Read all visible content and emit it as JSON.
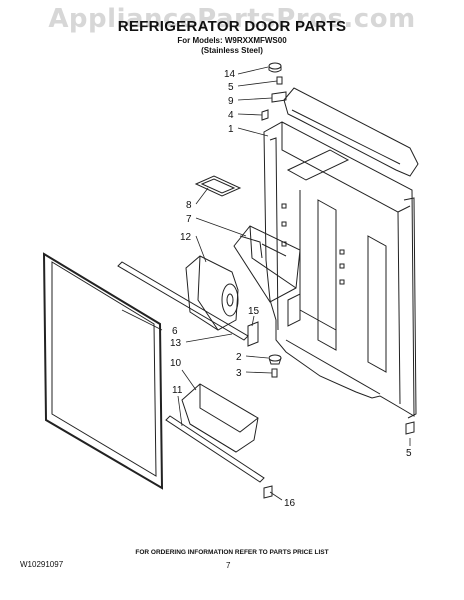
{
  "header": {
    "watermark": "AppliancePartsPros.com",
    "title": "REFRIGERATOR DOOR PARTS",
    "models": "For Models: W9RXXMFWS00",
    "variant": "(Stainless Steel)"
  },
  "callouts": {
    "c14": "14",
    "c5a": "5",
    "c9": "9",
    "c4": "4",
    "c1": "1",
    "c8": "8",
    "c7": "7",
    "c12": "12",
    "c15": "15",
    "c6": "6",
    "c13": "13",
    "c2": "2",
    "c3": "3",
    "c10": "10",
    "c11": "11",
    "c5b": "5",
    "c16": "16"
  },
  "footer": {
    "note": "FOR ORDERING INFORMATION REFER TO PARTS PRICE LIST",
    "doc_number": "W10291097",
    "page": "7"
  }
}
